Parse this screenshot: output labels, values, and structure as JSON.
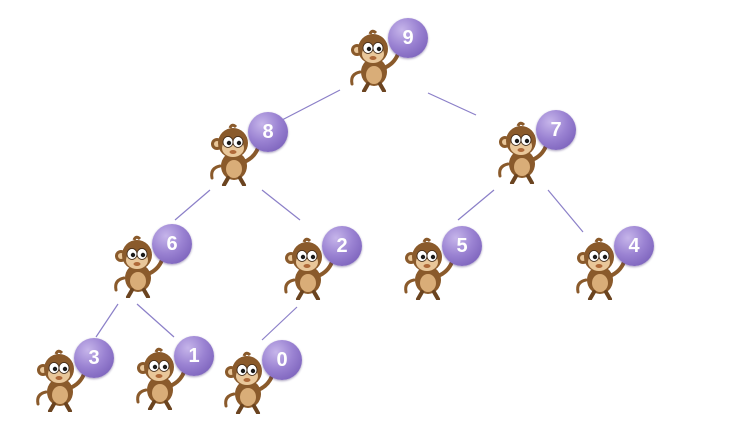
{
  "colors": {
    "edge": "#8b7fc8",
    "balloon": "#9a82d2",
    "balloon_text": "#ffffff",
    "monkey_fur": "#8a5a2b",
    "monkey_face": "#e9c79a"
  },
  "icon": "monkey-holding-balloon-icon",
  "tree": {
    "nodes": [
      {
        "id": "n0",
        "value": "9"
      },
      {
        "id": "n1",
        "value": "8"
      },
      {
        "id": "n2",
        "value": "7"
      },
      {
        "id": "n3",
        "value": "6"
      },
      {
        "id": "n4",
        "value": "2"
      },
      {
        "id": "n5",
        "value": "5"
      },
      {
        "id": "n6",
        "value": "4"
      },
      {
        "id": "n7",
        "value": "3"
      },
      {
        "id": "n8",
        "value": "1"
      },
      {
        "id": "n9",
        "value": "0"
      }
    ],
    "edges": [
      [
        "n0",
        "n1"
      ],
      [
        "n0",
        "n2"
      ],
      [
        "n1",
        "n3"
      ],
      [
        "n1",
        "n4"
      ],
      [
        "n2",
        "n5"
      ],
      [
        "n2",
        "n6"
      ],
      [
        "n3",
        "n7"
      ],
      [
        "n3",
        "n8"
      ],
      [
        "n4",
        "n9"
      ]
    ]
  }
}
